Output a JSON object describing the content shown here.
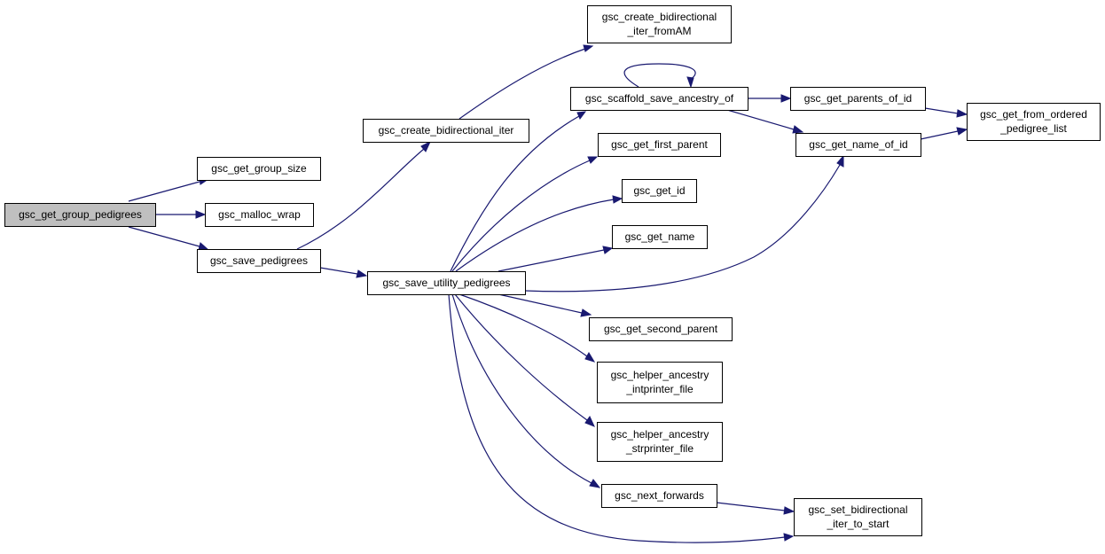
{
  "graph": {
    "edge_color": "#191970",
    "root_fill": "#bfbfbf",
    "nodes": [
      {
        "id": "get_group_pedigrees",
        "lines": [
          "gsc_get_group_pedigrees"
        ],
        "root": true
      },
      {
        "id": "get_group_size",
        "lines": [
          "gsc_get_group_size"
        ]
      },
      {
        "id": "malloc_wrap",
        "lines": [
          "gsc_malloc_wrap"
        ]
      },
      {
        "id": "save_pedigrees",
        "lines": [
          "gsc_save_pedigrees"
        ]
      },
      {
        "id": "create_bidirectional_iter",
        "lines": [
          "gsc_create_bidirectional_iter"
        ]
      },
      {
        "id": "create_bidirectional_iter_fromAM",
        "lines": [
          "gsc_create_bidirectional",
          "_iter_fromAM"
        ]
      },
      {
        "id": "save_utility_pedigrees",
        "lines": [
          "gsc_save_utility_pedigrees"
        ]
      },
      {
        "id": "scaffold_save_ancestry_of",
        "lines": [
          "gsc_scaffold_save_ancestry_of"
        ]
      },
      {
        "id": "get_first_parent",
        "lines": [
          "gsc_get_first_parent"
        ]
      },
      {
        "id": "get_id",
        "lines": [
          "gsc_get_id"
        ]
      },
      {
        "id": "get_name",
        "lines": [
          "gsc_get_name"
        ]
      },
      {
        "id": "get_second_parent",
        "lines": [
          "gsc_get_second_parent"
        ]
      },
      {
        "id": "helper_ancestry_intprinter_file",
        "lines": [
          "gsc_helper_ancestry",
          "_intprinter_file"
        ]
      },
      {
        "id": "helper_ancestry_strprinter_file",
        "lines": [
          "gsc_helper_ancestry",
          "_strprinter_file"
        ]
      },
      {
        "id": "next_forwards",
        "lines": [
          "gsc_next_forwards"
        ]
      },
      {
        "id": "get_parents_of_id",
        "lines": [
          "gsc_get_parents_of_id"
        ]
      },
      {
        "id": "get_name_of_id",
        "lines": [
          "gsc_get_name_of_id"
        ]
      },
      {
        "id": "set_bidirectional_iter_to_start",
        "lines": [
          "gsc_set_bidirectional",
          "_iter_to_start"
        ]
      },
      {
        "id": "get_from_ordered_pedigree_list",
        "lines": [
          "gsc_get_from_ordered",
          "_pedigree_list"
        ]
      }
    ],
    "edges": [
      {
        "from": "get_group_pedigrees",
        "to": "get_group_size"
      },
      {
        "from": "get_group_pedigrees",
        "to": "malloc_wrap"
      },
      {
        "from": "get_group_pedigrees",
        "to": "save_pedigrees"
      },
      {
        "from": "save_pedigrees",
        "to": "create_bidirectional_iter"
      },
      {
        "from": "save_pedigrees",
        "to": "save_utility_pedigrees"
      },
      {
        "from": "create_bidirectional_iter",
        "to": "create_bidirectional_iter_fromAM"
      },
      {
        "from": "save_utility_pedigrees",
        "to": "scaffold_save_ancestry_of"
      },
      {
        "from": "save_utility_pedigrees",
        "to": "get_first_parent"
      },
      {
        "from": "save_utility_pedigrees",
        "to": "get_id"
      },
      {
        "from": "save_utility_pedigrees",
        "to": "get_name"
      },
      {
        "from": "save_utility_pedigrees",
        "to": "get_name_of_id"
      },
      {
        "from": "save_utility_pedigrees",
        "to": "get_second_parent"
      },
      {
        "from": "save_utility_pedigrees",
        "to": "helper_ancestry_intprinter_file"
      },
      {
        "from": "save_utility_pedigrees",
        "to": "helper_ancestry_strprinter_file"
      },
      {
        "from": "save_utility_pedigrees",
        "to": "next_forwards"
      },
      {
        "from": "save_utility_pedigrees",
        "to": "set_bidirectional_iter_to_start"
      },
      {
        "from": "scaffold_save_ancestry_of",
        "to": "scaffold_save_ancestry_of"
      },
      {
        "from": "scaffold_save_ancestry_of",
        "to": "get_parents_of_id"
      },
      {
        "from": "scaffold_save_ancestry_of",
        "to": "get_name_of_id"
      },
      {
        "from": "get_parents_of_id",
        "to": "get_from_ordered_pedigree_list"
      },
      {
        "from": "get_name_of_id",
        "to": "get_from_ordered_pedigree_list"
      },
      {
        "from": "next_forwards",
        "to": "set_bidirectional_iter_to_start"
      }
    ]
  }
}
